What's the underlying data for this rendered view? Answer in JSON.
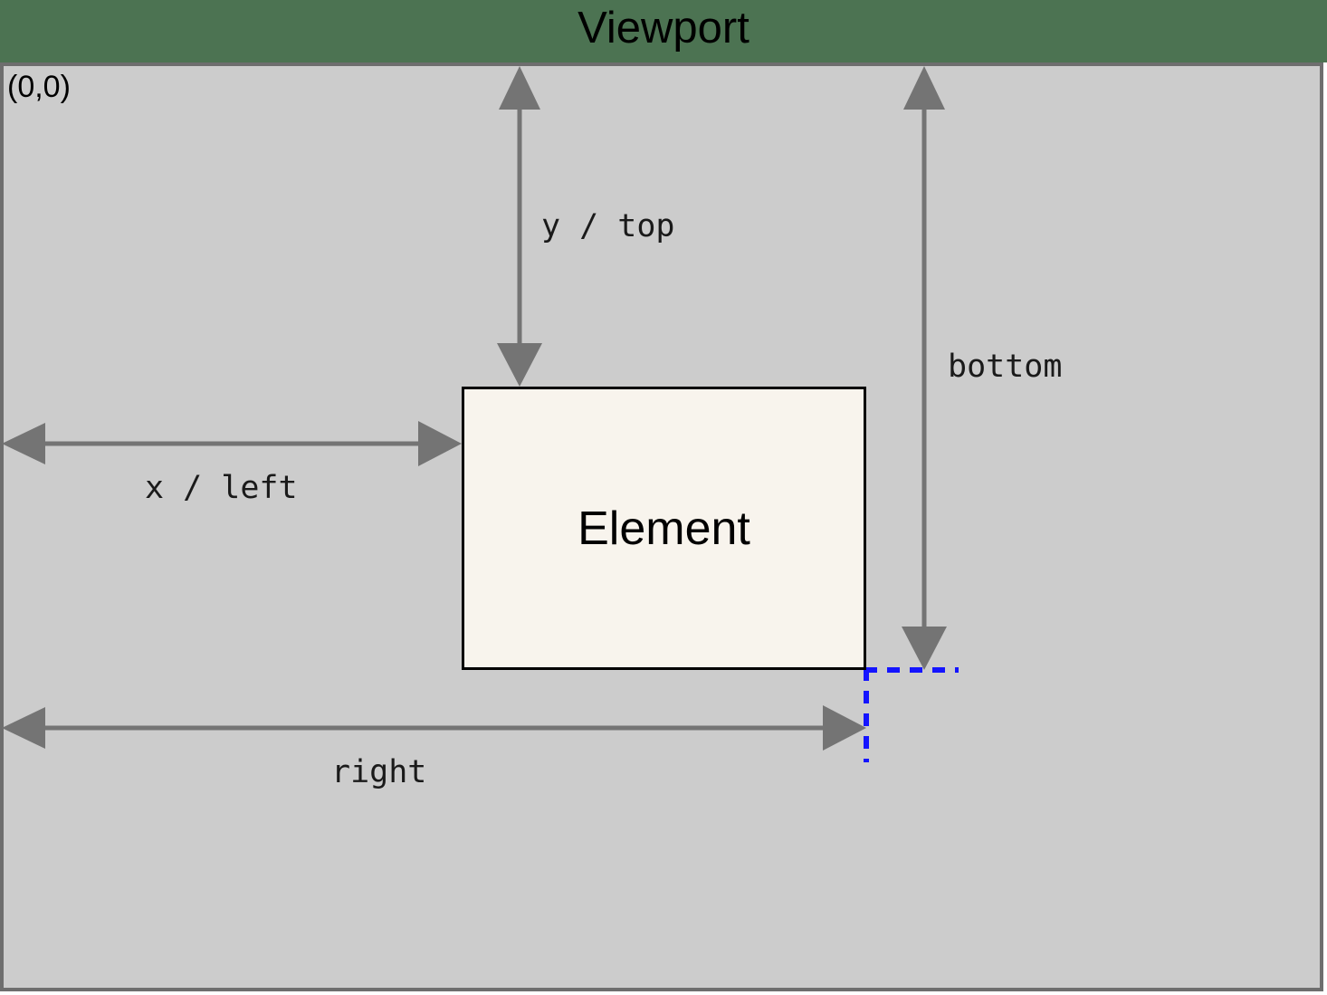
{
  "header": {
    "title": "Viewport",
    "background_color": "#4c7352",
    "title_color": "#000000"
  },
  "viewport": {
    "origin_label": "(0,0)",
    "fill_color": "#cccccc",
    "border_color": "#6e6e6e"
  },
  "element": {
    "label": "Element",
    "fill_color": "#f8f4ed",
    "border_color": "#000000"
  },
  "measurements": [
    {
      "name": "y-top",
      "label": "y / top",
      "orientation": "vertical",
      "arrow": "double"
    },
    {
      "name": "bottom",
      "label": "bottom",
      "orientation": "vertical",
      "arrow": "double"
    },
    {
      "name": "x-left",
      "label": "x / left",
      "orientation": "horizontal",
      "arrow": "double"
    },
    {
      "name": "right",
      "label": "right",
      "orientation": "horizontal",
      "arrow": "double"
    }
  ],
  "guides": {
    "color": "#1414ff",
    "style": "dashed",
    "description": "corner guides extending from element bottom-right corner"
  },
  "arrow_color": "#747474"
}
